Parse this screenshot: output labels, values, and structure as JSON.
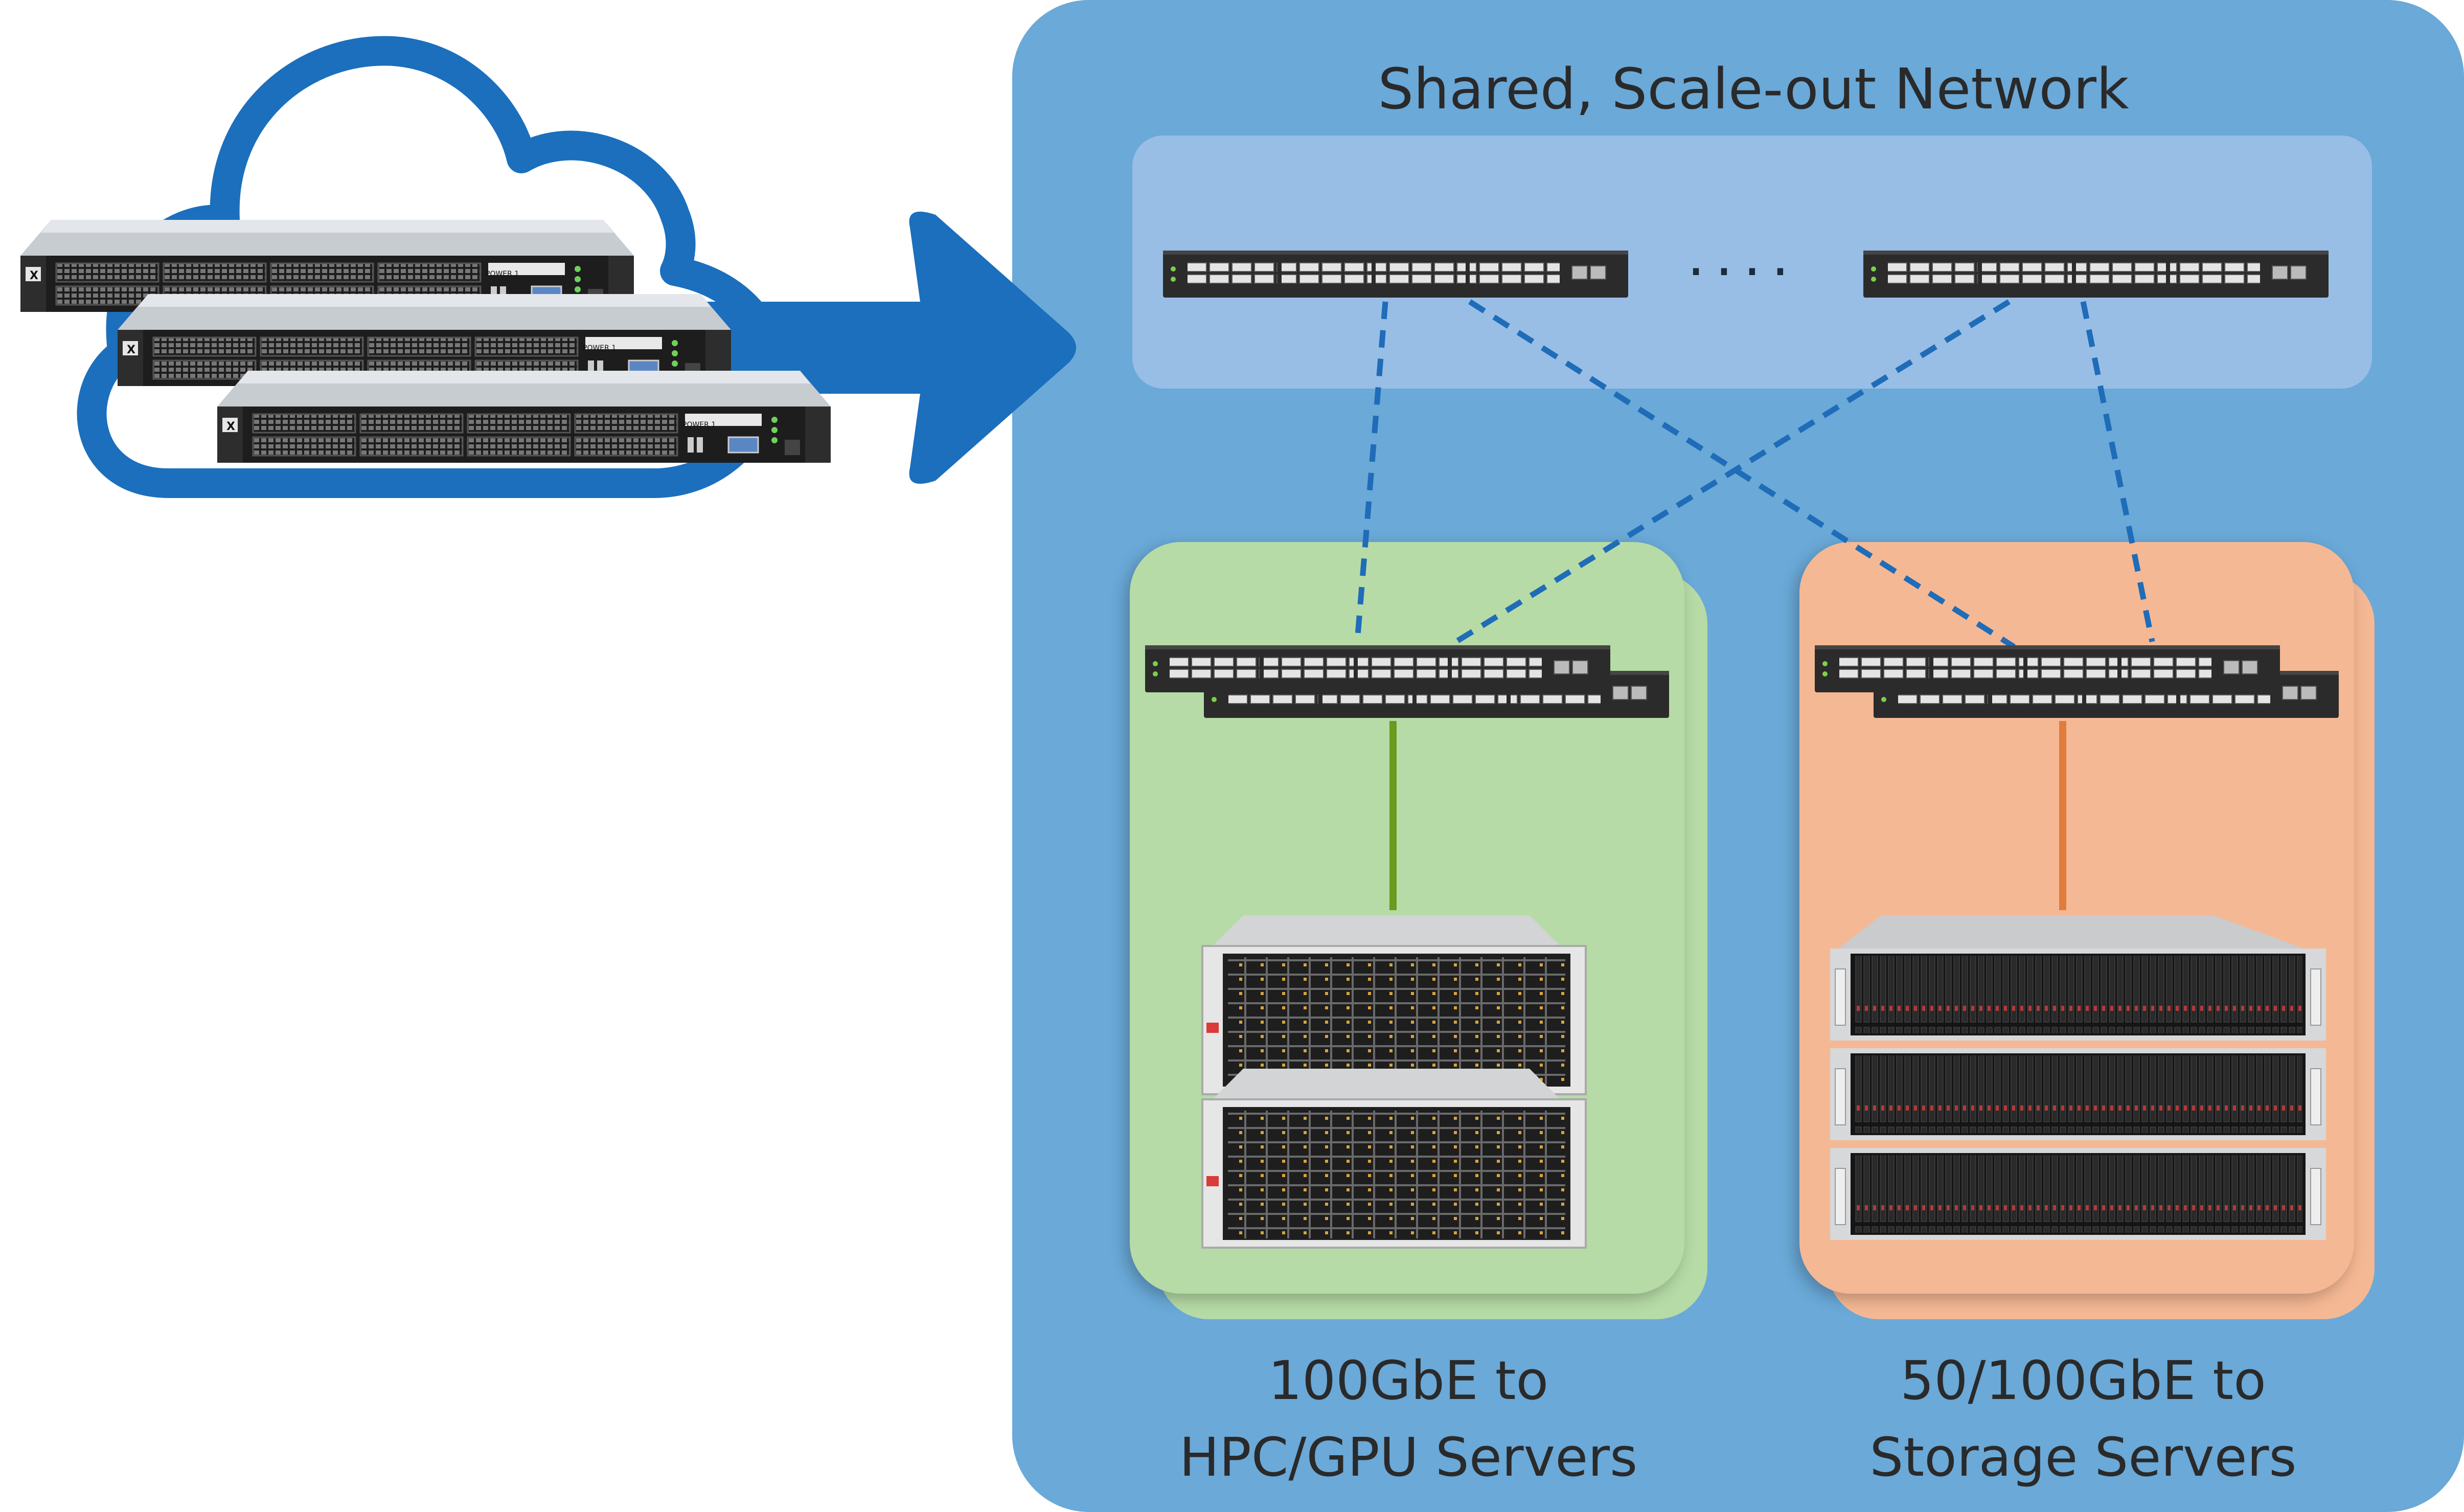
{
  "network": {
    "title": "Shared, Scale-out Network",
    "ellipsis": "...."
  },
  "labels": {
    "left_line1": "100GbE to",
    "left_line2": "HPC/GPU Servers",
    "right_line1": "50/100GbE to",
    "right_line2": "Storage Servers"
  },
  "rack_server": {
    "power_label": "POWER 1",
    "logo_letter": "X"
  },
  "colors": {
    "cloud_arrow": "#1b6fbd",
    "panel": "#6aa9d8",
    "network_box": "#98bee6",
    "hpc_group": "#b6dba6",
    "storage_group": "#f5b894",
    "link_dashed": "#1f6cb8",
    "hpc_link": "#6a9a1e",
    "storage_link": "#e07d3c"
  }
}
